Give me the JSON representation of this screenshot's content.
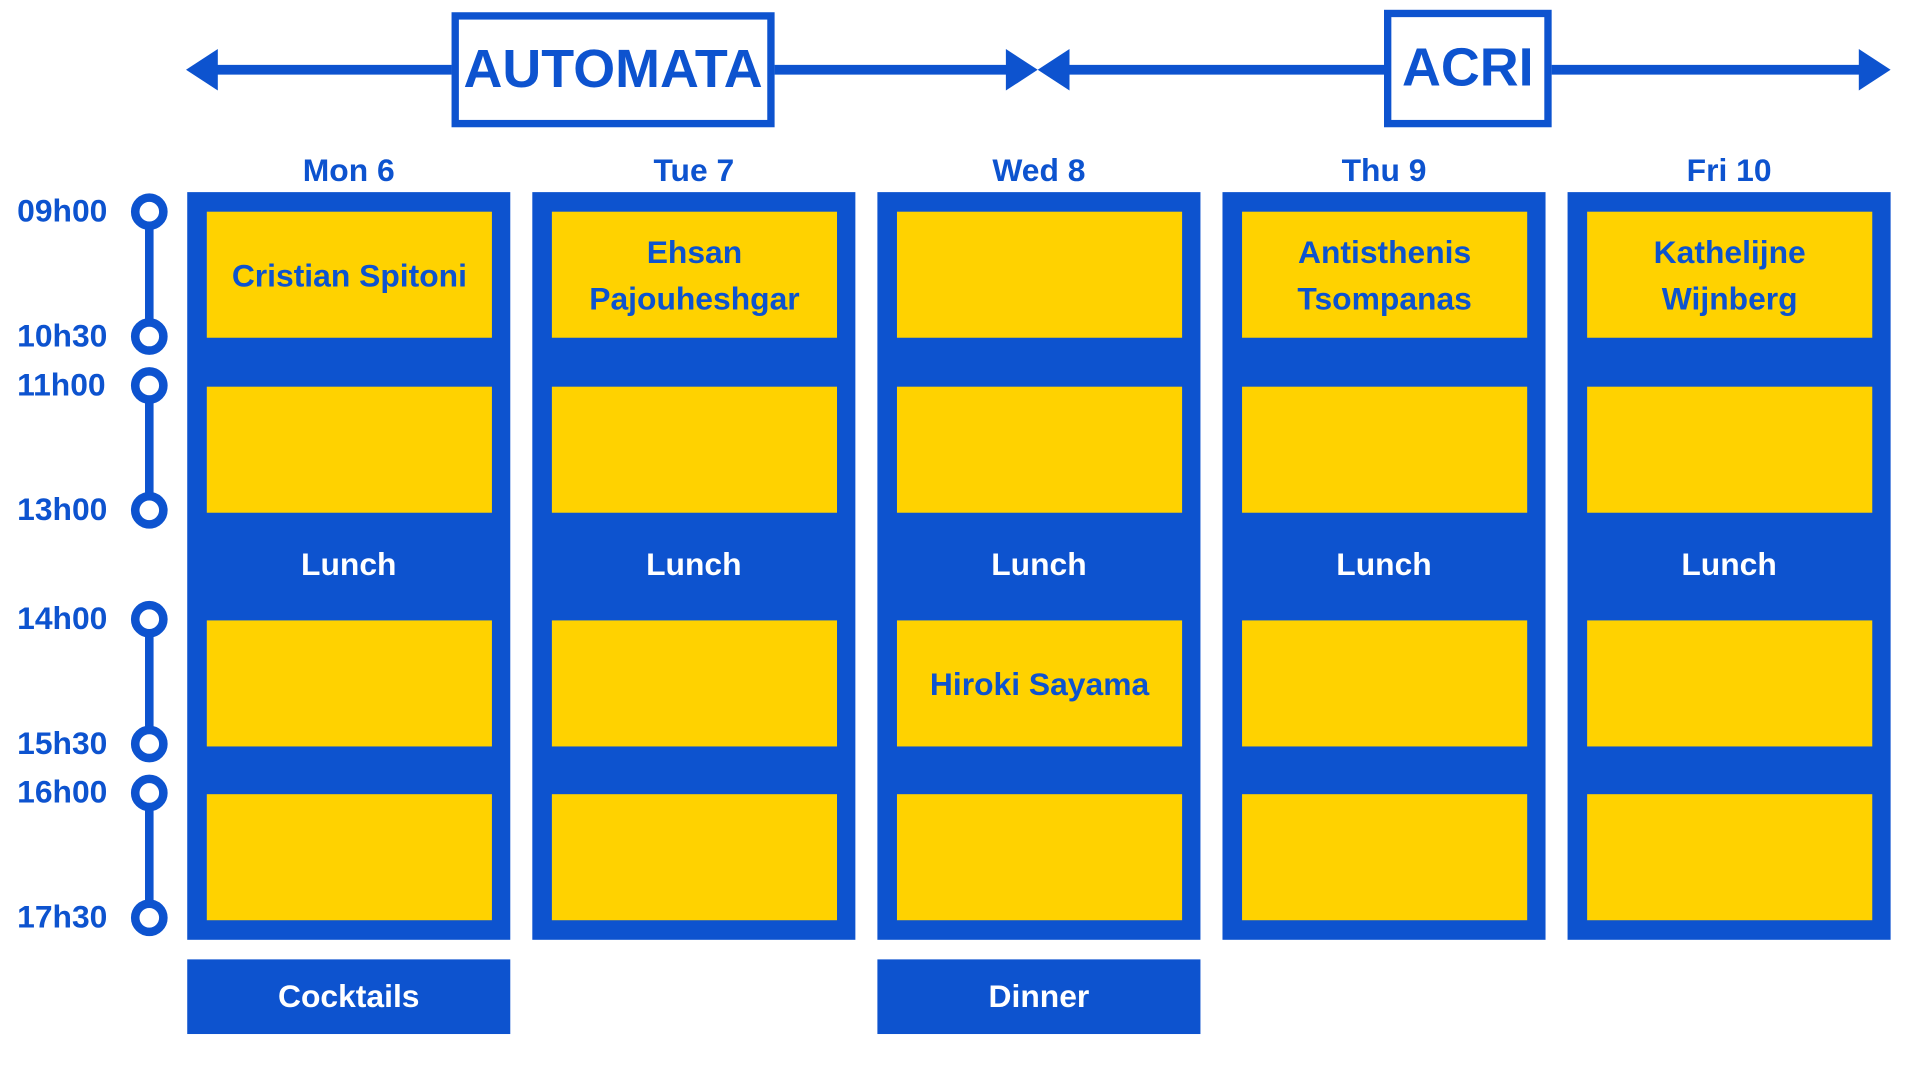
{
  "banners": {
    "left": "AUTOMATA",
    "right": "ACRI"
  },
  "times": [
    "09h00",
    "10h30",
    "11h00",
    "13h00",
    "14h00",
    "15h30",
    "16h00",
    "17h30"
  ],
  "days": [
    {
      "label": "Mon 6",
      "slots": [
        "Cristian Spitoni",
        "",
        "",
        ""
      ],
      "lunch": "Lunch"
    },
    {
      "label": "Tue 7",
      "slots": [
        "Ehsan Pajouheshgar",
        "",
        "",
        ""
      ],
      "lunch": "Lunch"
    },
    {
      "label": "Wed 8",
      "slots": [
        "",
        "",
        "Hiroki Sayama",
        ""
      ],
      "lunch": "Lunch"
    },
    {
      "label": "Thu 9",
      "slots": [
        "Antisthenis Tsompanas",
        "",
        "",
        ""
      ],
      "lunch": "Lunch"
    },
    {
      "label": "Fri 10",
      "slots": [
        "Kathelijne Wijnberg",
        "",
        "",
        ""
      ],
      "lunch": "Lunch"
    }
  ],
  "events": {
    "mon": "Cocktails",
    "wed": "Dinner"
  },
  "colors": {
    "primary": "#0d53cf",
    "slot": "#ffd200",
    "background": "#ffffff"
  }
}
